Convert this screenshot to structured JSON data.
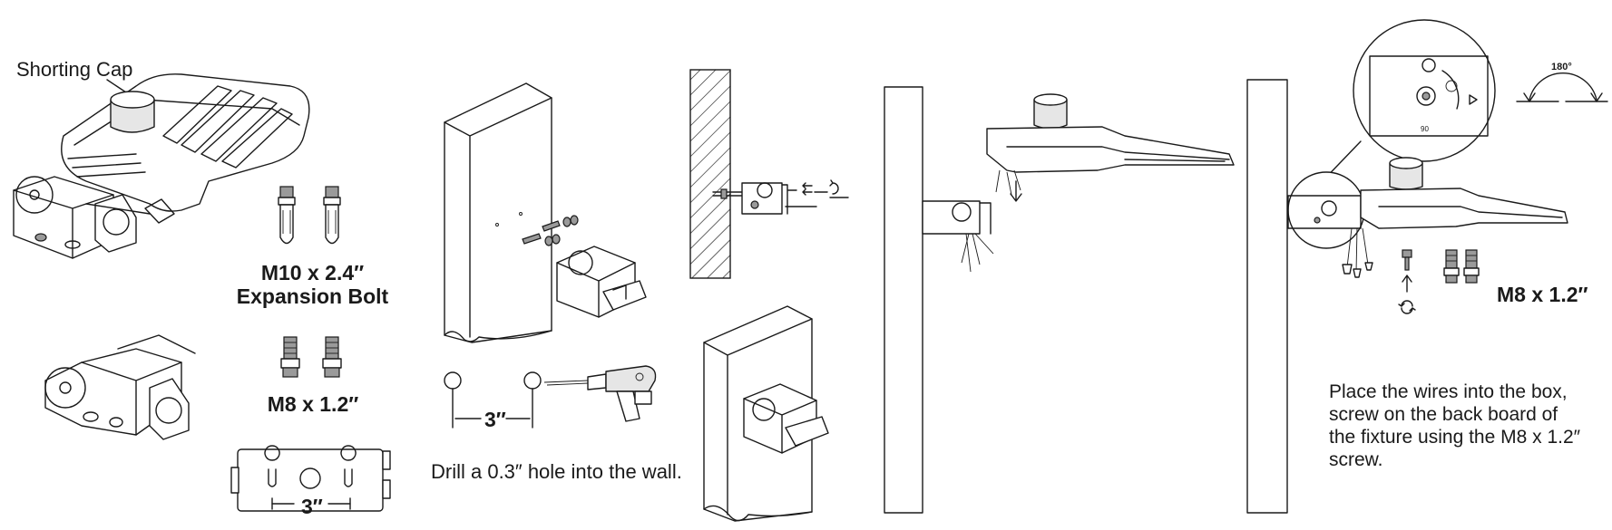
{
  "labels": {
    "shorting_cap": "Shorting Cap",
    "expansion_bolt_size": "M10 x 2.4″",
    "expansion_bolt_name": "Expansion Bolt",
    "screw_size_left": "M8 x 1.2″",
    "bracket_spacing": "3″",
    "drill_spacing": "3″",
    "drill_note": "Drill a 0.3″ hole into the wall.",
    "screw_size_right": "M8 x 1.2″",
    "rotation_angle": "180°"
  },
  "instructions": {
    "lines": [
      "Place the wires into the box,",
      "screw on the back board of",
      "the fixture using the M8 x 1.2″",
      "screw."
    ]
  }
}
